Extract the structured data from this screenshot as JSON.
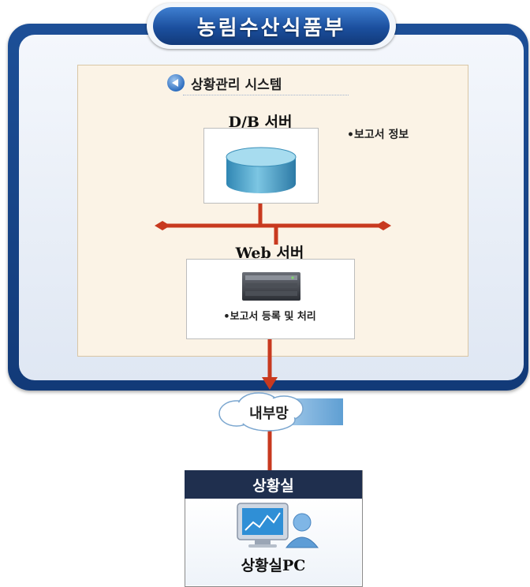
{
  "title": "농림수산식품부",
  "system": {
    "header": "상황관리 시스템",
    "db_server": {
      "label": "D/B 서버",
      "info": "•보고서 정보"
    },
    "web_server": {
      "label": "Web 서버",
      "task": "•보고서 등록 및 처리"
    }
  },
  "network": {
    "label": "내부망"
  },
  "situation_room": {
    "header": "상황실",
    "pc_label": "상황실PC"
  },
  "colors": {
    "frame_blue": "#1d4f97",
    "panel_beige": "#fbf3e6",
    "connector_red": "#c8391f",
    "room_header": "#1f2f4e",
    "db_cylinder": "#4aa3c9"
  },
  "icons": [
    "speaker-icon",
    "database-cylinder-icon",
    "server-rack-icon",
    "cloud-icon",
    "monitor-icon",
    "user-icon"
  ]
}
